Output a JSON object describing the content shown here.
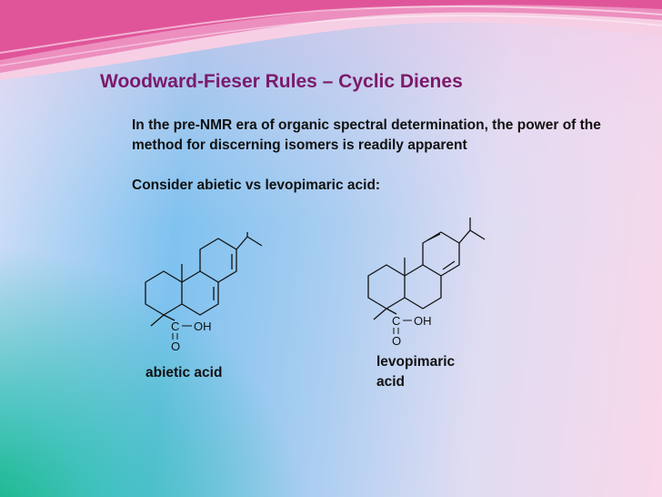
{
  "slide": {
    "title": "Woodward-Fieser Rules – Cyclic Dienes",
    "paragraph": "In the pre-NMR era of organic spectral determination, the power of the method for discerning isomers is readily apparent",
    "consider": "Consider abietic  vs levopimaric acid:"
  },
  "molecules": {
    "abietic": {
      "label": "abietic acid",
      "carboxyl_c": "C",
      "carboxyl_oh": "OH",
      "carboxyl_o": "O"
    },
    "levopimaric": {
      "label_line1": "levopimaric",
      "label_line2": "acid",
      "carboxyl_c": "C",
      "carboxyl_oh": "OH",
      "carboxyl_o": "O"
    }
  },
  "colors": {
    "title": "#7b1a6a",
    "text": "#111111",
    "banner_pink": "#e0559a",
    "banner_light": "#f6c8e2"
  }
}
